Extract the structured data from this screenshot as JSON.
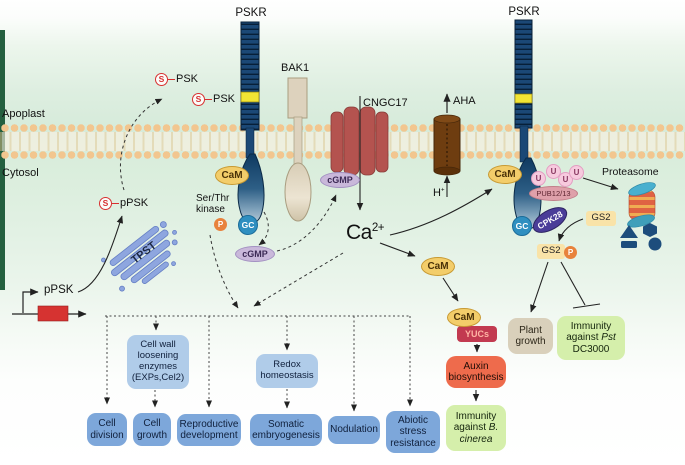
{
  "colors": {
    "membrane_dots": "#f2c68f",
    "receptor_navy": "#1b4876",
    "receptor_band_yellow": "#f2e434",
    "outcome_blue": "#7da7da",
    "outcome_blue_light": "#b0cce9",
    "outcome_green": "#d5efab",
    "auxin_orange": "#ee6b4c",
    "yucs_red": "#c23a50",
    "cam_yellow": "#f3cd6a",
    "cgmp_lavender": "#c9b8da",
    "phospho_orange": "#e8823c",
    "sulfate_red": "#d82f2f",
    "cngc_red": "#b4534f",
    "aha_brown": "#6e3d10",
    "gs2_tan": "#f9e3a8",
    "left_edge_green": "#24603f"
  },
  "compartments": {
    "apoplast": "Apoplast",
    "cytosol": "Cytosol"
  },
  "membrane_proteins": {
    "pskr": "PSKR",
    "bak1": "BAK1",
    "cngc17": "CNGC17",
    "aha": "AHA"
  },
  "molecules": {
    "s_tag": "S",
    "psk": "PSK",
    "ppsk": "pPSK",
    "tpst": "TPST",
    "cam": "CaM",
    "ser_thr_line1": "Ser/Thr",
    "ser_thr_line2": "kinase",
    "phospho": "P",
    "gc": "GC",
    "cgmp": "cGMP",
    "ca_base": "Ca",
    "ca_sup": "2+",
    "h_base": "H",
    "h_sup": "+",
    "ubiquitin": "U",
    "pub12_13": "PUB12/13",
    "cpk28": "CPK28",
    "gs2": "GS2",
    "yucs": "YUCs",
    "proteasome": "Proteasome"
  },
  "outcomes": {
    "cell_wall": "Cell wall loosening enzymes (EXPs,Cel2)",
    "redox": "Redox homeostasis",
    "cell_division": "Cell division",
    "cell_growth": "Cell growth",
    "reproductive": "Reproductive development",
    "somatic": "Somatic embryogenesis",
    "nodulation": "Nodulation",
    "abiotic": "Abiotic stress resistance",
    "auxin": "Auxin biosynthesis",
    "plant_growth": "Plant growth",
    "immunity_bc_prefix": "Immunity against ",
    "immunity_bc_species": "B. cinerea",
    "immunity_pst_prefix": "Immunity against ",
    "immunity_pst_species": "Pst",
    "immunity_pst_suffix": " DC3000"
  }
}
